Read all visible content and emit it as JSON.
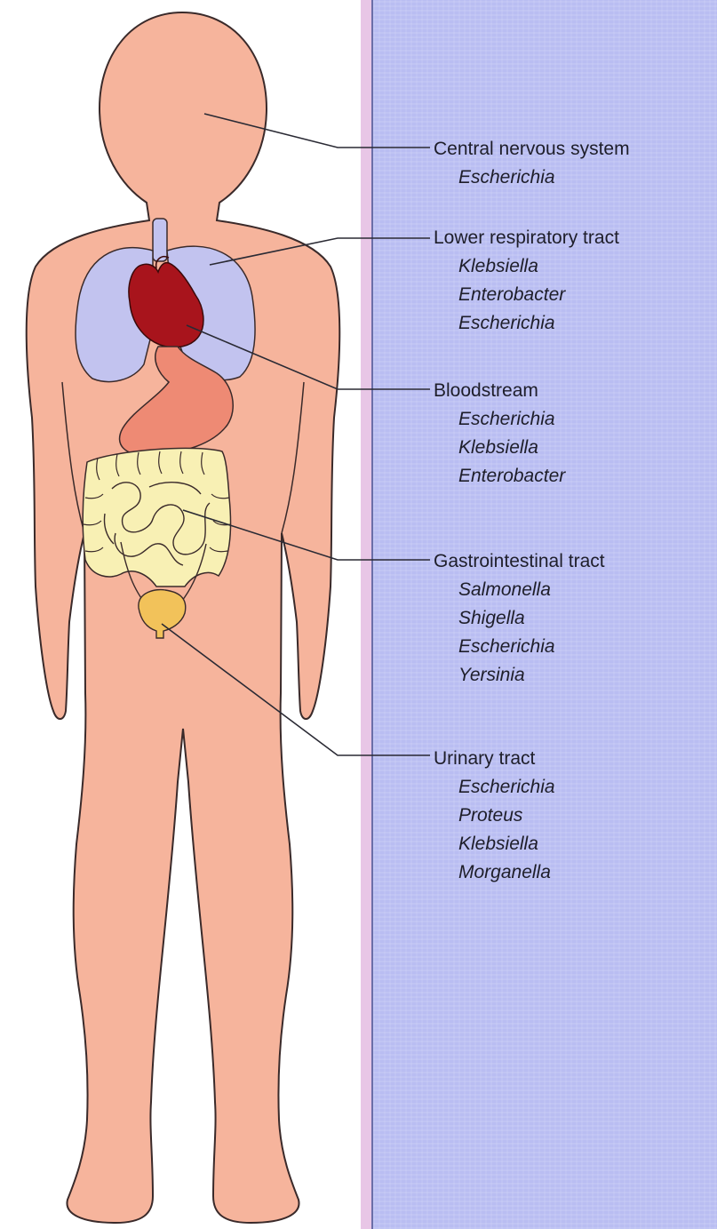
{
  "sites": [
    {
      "name": "Central nervous system",
      "organisms": [
        "Escherichia"
      ]
    },
    {
      "name": "Lower respiratory tract",
      "organisms": [
        "Klebsiella",
        "Enterobacter",
        "Escherichia"
      ]
    },
    {
      "name": "Bloodstream",
      "organisms": [
        "Escherichia",
        "Klebsiella",
        "Enterobacter"
      ]
    },
    {
      "name": "Gastrointestinal tract",
      "organisms": [
        "Salmonella",
        "Shigella",
        "Escherichia",
        "Yersinia"
      ]
    },
    {
      "name": "Urinary tract",
      "organisms": [
        "Escherichia",
        "Proteus",
        "Klebsiella",
        "Morganella"
      ]
    }
  ],
  "colors": {
    "body": "#f6b49c",
    "body_outline": "#3a2a2a",
    "lungs": "#c2c3ef",
    "heart": "#a8141c",
    "stomach": "#ee8a74",
    "intestines": "#f8f0b4",
    "bladder": "#f2c25a",
    "right_panel": "#b9bdf2",
    "leader_line": "#2a2a34"
  }
}
